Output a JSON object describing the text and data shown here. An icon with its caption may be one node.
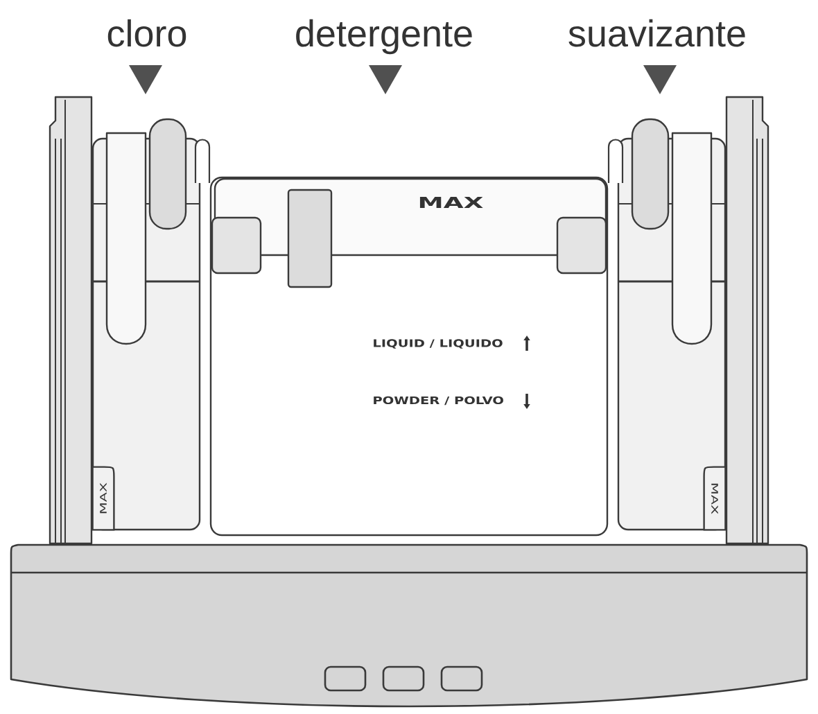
{
  "diagram": {
    "nodes": [
      {
        "text": [],
        "shape": "box"
      },
      {
        "text": [
          "MAX"
        ],
        "in": 0
      },
      {
        "text": [
          "LIQUID / LIQUIDO",
          "POWDER / POLVO"
        ]
      },
      {
        "text": [
          "MAX"
        ],
        "in": 2
      },
      {
        "text": [],
        "shape": "box"
      },
      {
        "text": [
          "MAX"
        ],
        "in": 4
      }
    ],
    "labels": [
      "cloro",
      "detergente",
      "suavizante"
    ]
  }
}
